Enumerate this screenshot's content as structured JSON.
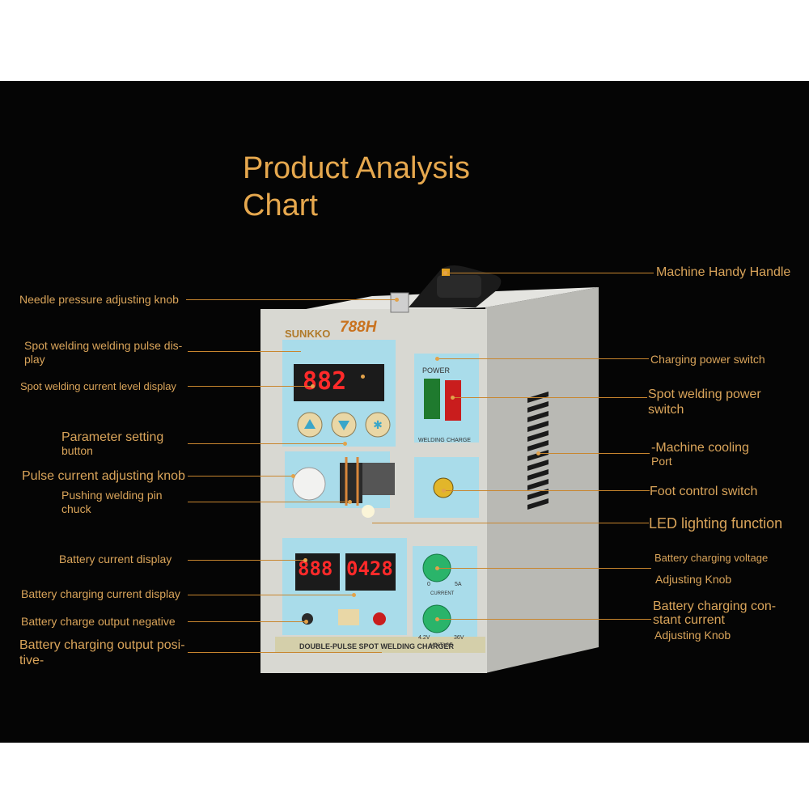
{
  "title": {
    "line1": "Product Analysis",
    "line2": "Chart"
  },
  "device": {
    "brand": "SUNKKO",
    "model": "788H",
    "top_display": "882",
    "display_left": "888",
    "display_right": "0428",
    "power_label": "POWER",
    "welding_label": "WELDING",
    "charge_label": "CHARGE",
    "bottom_label": "DOUBLE-PULSE SPOT WELDING CHARGER",
    "voltage_label": "VOLTAGE",
    "current_label": "CURRENT",
    "knob_low_v": "4.2V",
    "knob_high_v": "36V",
    "knob_low_a": "0",
    "knob_high_a": "5A"
  },
  "labels": {
    "needle_pressure": "Needle pressure adjusting knob",
    "pulse_display_1": "Spot welding welding pulse dis-",
    "pulse_display_2": "play",
    "current_level_display": "Spot welding current level display",
    "param_button_1": "Parameter setting",
    "param_button_2": "button",
    "pulse_knob": "Pulse current adjusting knob",
    "pin_chuck_1": "Pushing welding pin",
    "pin_chuck_2": "chuck",
    "battery_current_display": "Battery current display",
    "charging_current_display": "Battery charging current display",
    "output_negative": "Battery charge output negative",
    "output_positive_1": "Battery charging output posi-",
    "output_positive_2": "tive-",
    "handle": "Machine Handy Handle",
    "charging_power_switch": "Charging power switch",
    "spot_power_switch_1": "Spot welding power",
    "spot_power_switch_2": "switch",
    "cooling_port_1": "-Machine cooling",
    "cooling_port_2": "Port",
    "foot_switch": "Foot control switch",
    "led_function": "LED lighting function",
    "voltage_knob_1": "Battery charging voltage",
    "voltage_knob_2": "Adjusting Knob",
    "current_knob_1": "Battery charging con-",
    "current_knob_2": "stant current",
    "current_knob_3": "Adjusting Knob"
  },
  "colors": {
    "background": "#050505",
    "label": "#d9a45a",
    "title": "#e6a84e",
    "leader_line": "#c8862f",
    "panel": "#a9dcea",
    "case": "#d8d8d4",
    "led_red": "#ff2a2a"
  }
}
